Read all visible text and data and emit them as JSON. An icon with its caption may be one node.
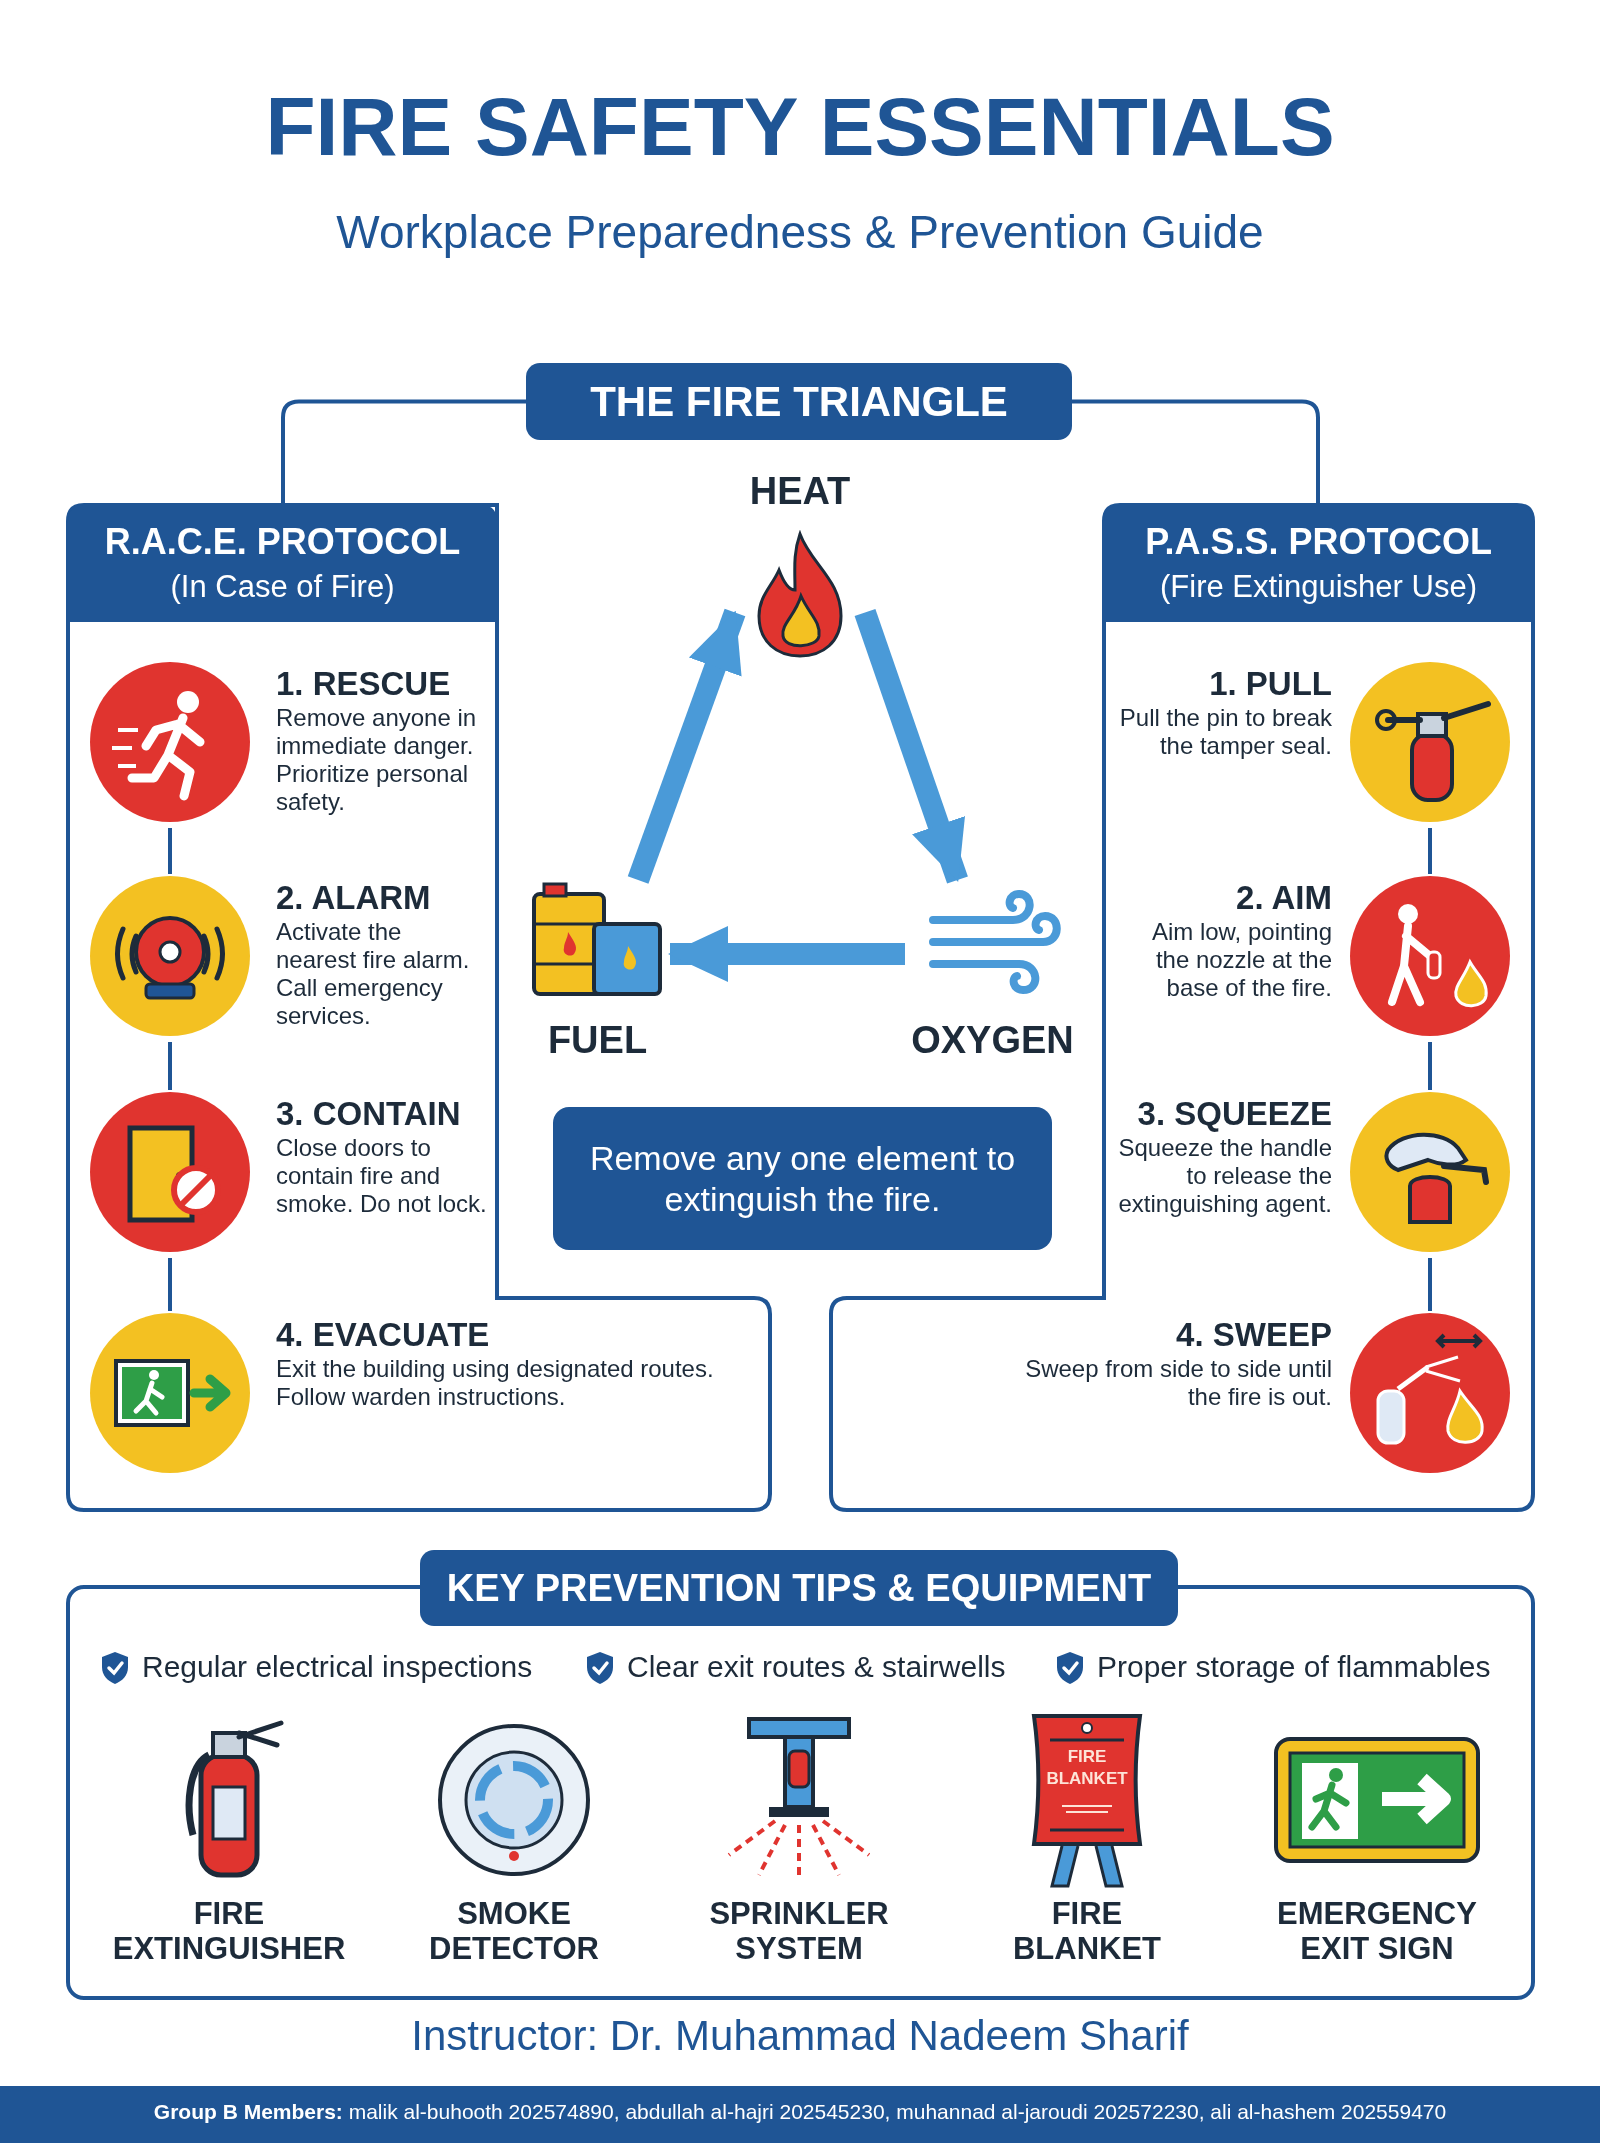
{
  "diagram": {
    "title": "FIRE SAFETY ESSENTIALS",
    "nodes": [
      {
        "text": [
          "THE FIRE TRIANGLE"
        ]
      },
      {
        "text": [
          "R.A.C.E. PROTOCOL",
          "(In Case of Fire)"
        ]
      },
      {
        "text": [
          "1. RESCUE",
          "Remove anyone in immediate danger. Prioritize personal safety."
        ],
        "in": 1
      },
      {
        "text": [
          "2. ALARM",
          "Activate the nearest fire alarm. Call emergency services."
        ],
        "in": 1
      },
      {
        "text": [
          "3. CONTAIN",
          "Close doors to contain fire and smoke. Do not lock."
        ],
        "in": 1
      },
      {
        "text": [
          "4. EVACUATE",
          "Exit the building using designated routes. Follow warden instructions."
        ],
        "in": 1
      },
      {
        "text": [
          "P.A.S.S. PROTOCOL",
          "(Fire Extinguisher Use)"
        ]
      },
      {
        "text": [
          "1. PULL",
          "Pull the pin to break the tamper seal."
        ],
        "in": 6
      },
      {
        "text": [
          "2. AIM",
          "Aim low, pointing the nozzle at the base of the fire."
        ],
        "in": 6
      },
      {
        "text": [
          "3. SQUEEZE",
          "Squeeze the handle to release the extinguishing agent."
        ],
        "in": 6
      },
      {
        "text": [
          "4. SWEEP",
          "Sweep from side to side until the fire is out."
        ],
        "in": 6
      },
      {
        "text": [
          "HEAT"
        ]
      },
      {
        "text": [
          "FUEL"
        ]
      },
      {
        "text": [
          "OXYGEN"
        ]
      },
      {
        "text": [
          "Remove any one element to extinguish the fire."
        ]
      },
      {
        "text": [
          "KEY PREVENTION TIPS & EQUIPMENT"
        ]
      },
      {
        "text": [
          "FIRE EXTINGUISHER"
        ],
        "in": 15
      },
      {
        "text": [
          "SMOKE DETECTOR"
        ],
        "in": 15
      },
      {
        "text": [
          "SPRINKLER SYSTEM"
        ],
        "in": 15
      },
      {
        "text": [
          "FIRE BLANKET"
        ],
        "in": 15
      },
      {
        "text": [
          "EMERGENCY EXIT SIGN"
        ],
        "in": 15
      }
    ],
    "edges": [
      {
        "from": 0,
        "to": 1,
        "arrow": "none"
      },
      {
        "from": 0,
        "to": 6,
        "arrow": "none"
      },
      {
        "from": 2,
        "to": 3,
        "arrow": "none"
      },
      {
        "from": 3,
        "to": 4,
        "arrow": "none"
      },
      {
        "from": 4,
        "to": 5,
        "arrow": "none"
      },
      {
        "from": 7,
        "to": 8,
        "arrow": "none"
      },
      {
        "from": 8,
        "to": 9,
        "arrow": "none"
      },
      {
        "from": 9,
        "to": 10,
        "arrow": "none"
      },
      {
        "from": 12,
        "to": 11,
        "arrow": "to",
        "style": "thick",
        "color": "#4a9ad8"
      },
      {
        "from": 11,
        "to": 13,
        "arrow": "to",
        "style": "thick",
        "color": "#4a9ad8"
      },
      {
        "from": 13,
        "to": 12,
        "arrow": "to",
        "style": "thick",
        "color": "#4a9ad8"
      }
    ],
    "labels": [
      "Workplace Preparedness & Prevention Guide",
      "Regular electrical inspections",
      "Clear exit routes & stairwells",
      "Proper storage of flammables",
      "FIRE BLANKET",
      "Instructor: Dr. Muhammad Nadeem Sharif",
      "**Group B Members:** malik al-buhooth 202574890, abdullah al-hajri 202545230, muhannad al-jaroudi 202572230, ali al-hashem 202559470"
    ]
  }
}
